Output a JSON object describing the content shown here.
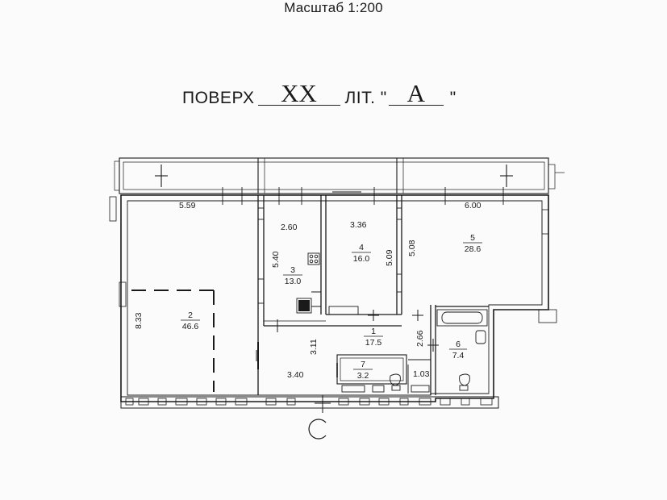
{
  "header": {
    "scale": "Масштаб 1:200",
    "floor_prefix": "ПОВЕРХ",
    "floor_value": "XX",
    "letter_prefix": "ЛІТ. \"",
    "letter_value": "А",
    "letter_suffix": "\""
  },
  "rooms": [
    {
      "number": "1",
      "area": "17.5"
    },
    {
      "number": "2",
      "area": "46.6"
    },
    {
      "number": "3",
      "area": "13.0"
    },
    {
      "number": "4",
      "area": "16.0"
    },
    {
      "number": "5",
      "area": "28.6"
    },
    {
      "number": "6",
      "area": "7.4"
    },
    {
      "number": "7",
      "area": "3.2"
    }
  ],
  "dimensions": {
    "room2_width": "5.59",
    "room2_height": "8.33",
    "room3_width": "2.60",
    "room3_height": "5.40",
    "room4_width": "3.36",
    "room4_height": "5.09",
    "room5_width": "6.00",
    "room5_height": "5.08",
    "hall_depth": "3.11",
    "hall_width": "3.40",
    "corridor_height": "2.66",
    "bath_width": "1.03"
  },
  "colors": {
    "ink": "#1a1a1a",
    "paper": "#fbfbfb"
  }
}
